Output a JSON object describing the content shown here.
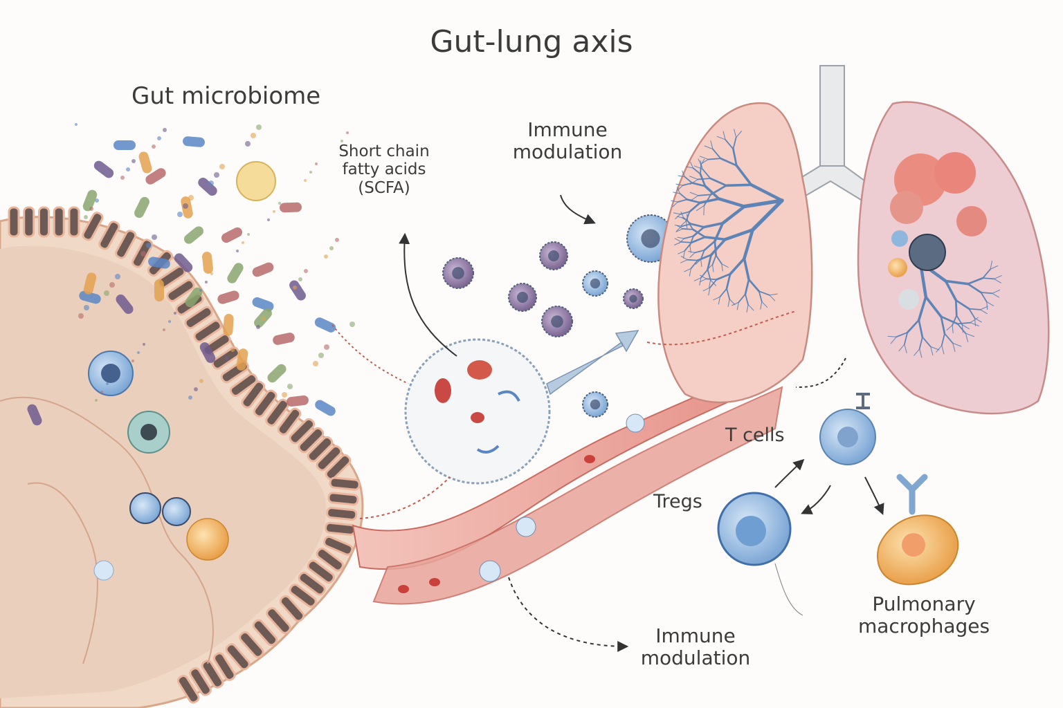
{
  "title": "Gut-lung axis",
  "labels": {
    "gut_microbiome": "Gut microbiome",
    "scfa": [
      "Short chain",
      "fatty acids",
      "(SCFA)"
    ],
    "immune_modulation_top": [
      "Immune",
      "modulation"
    ],
    "t_cells": "T cells",
    "tregs": "Tregs",
    "immune_modulation_bottom": [
      "Immune",
      "modulation"
    ],
    "pulmonary_macrophages": [
      "Pulmonary",
      "macrophages"
    ]
  },
  "colors": {
    "villi": "#e9b59c",
    "villi_dark": "#6e5a55",
    "bacteria_blue": "#5a86c4",
    "bacteria_purple": "#6f5a8e",
    "bacteria_orange": "#e3a150",
    "vessel": "#d9776f",
    "lung": "#f1c2b8",
    "airway": "#5e83b5",
    "immune_cell": "#8fb7de",
    "macrophage": "#f0b060",
    "arrow": "#333333"
  }
}
